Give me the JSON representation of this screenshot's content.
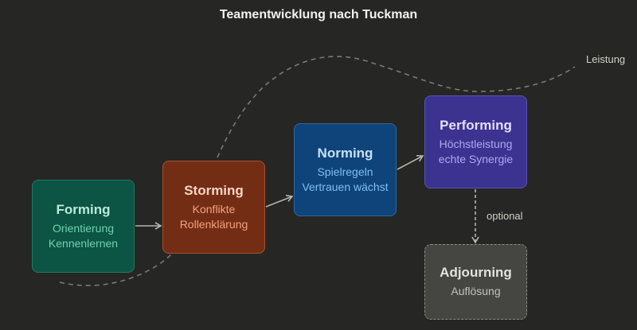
{
  "title": "Teamentwicklung nach Tuckman",
  "curve_label": "Leistung",
  "optional_label": "optional",
  "stages": [
    {
      "id": "forming",
      "name": "Forming",
      "lines": [
        "Orientierung",
        "Kennenlernen"
      ],
      "color": "#0c5444"
    },
    {
      "id": "storming",
      "name": "Storming",
      "lines": [
        "Konflikte",
        "Rollenklärung"
      ],
      "color": "#742d15"
    },
    {
      "id": "norming",
      "name": "Norming",
      "lines": [
        "Spielregeln",
        "Vertrauen wächst"
      ],
      "color": "#0f447a"
    },
    {
      "id": "performing",
      "name": "Performing",
      "lines": [
        "Höchstleistung",
        "echte Synergie"
      ],
      "color": "#3c3390"
    },
    {
      "id": "adjourning",
      "name": "Adjourning",
      "lines": [
        "Auflösung"
      ],
      "color": "#454542"
    }
  ],
  "connections": [
    {
      "from": "Forming",
      "to": "Storming",
      "style": "solid"
    },
    {
      "from": "Storming",
      "to": "Norming",
      "style": "solid"
    },
    {
      "from": "Norming",
      "to": "Performing",
      "style": "solid"
    },
    {
      "from": "Performing",
      "to": "Adjourning",
      "style": "dashed",
      "label": "optional"
    }
  ]
}
